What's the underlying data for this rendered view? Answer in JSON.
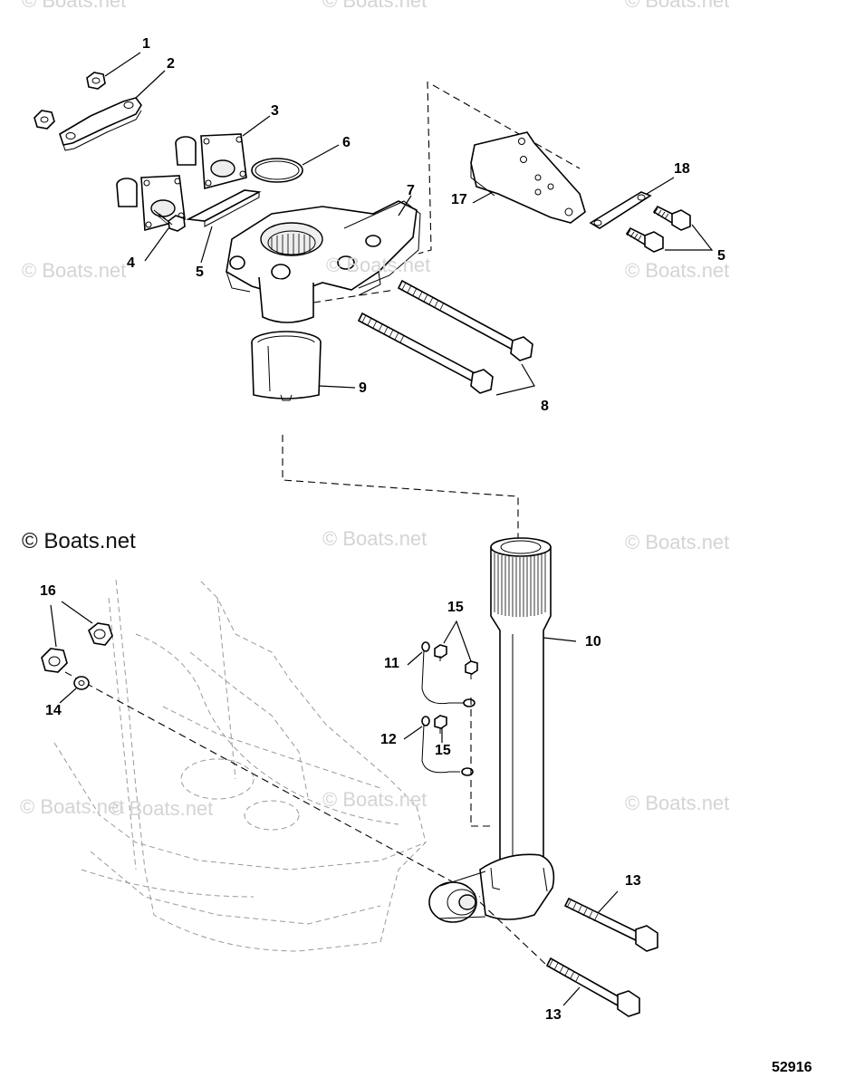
{
  "watermarks": {
    "faint": [
      "© Boats.net",
      "© Boats.net",
      "© Boats.net",
      "© Boats.net",
      "© Boats.net",
      "© Boats.net",
      "© Boats.net",
      "© Boats.net",
      "© Boats.net",
      "© Boats.net",
      "© Boats.net",
      "© Boats.net"
    ],
    "strong": "© Boats.net"
  },
  "callouts": {
    "c1": "1",
    "c2": "2",
    "c3": "3",
    "c4": "4",
    "c5a": "5",
    "c5b": "5",
    "c6": "6",
    "c7": "7",
    "c8": "8",
    "c9": "9",
    "c10": "10",
    "c11": "11",
    "c12": "12",
    "c13a": "13",
    "c13b": "13",
    "c14": "14",
    "c15a": "15",
    "c15b": "15",
    "c16": "16",
    "c17": "17",
    "c18": "18"
  },
  "figure_number": "52916"
}
